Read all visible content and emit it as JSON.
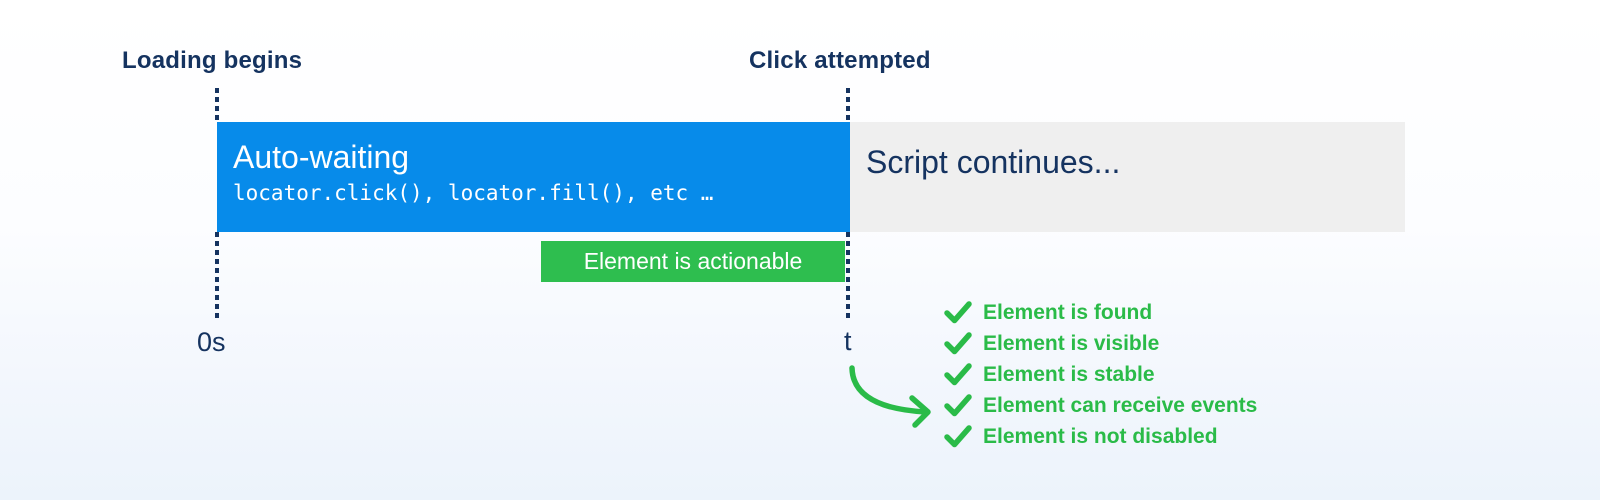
{
  "colors": {
    "navy": "#153360",
    "blue": "#078bea",
    "gray": "#efefef",
    "green": "#2abb48",
    "green-badge": "#2ebe4f"
  },
  "timeline": {
    "loading_begins": "Loading begins",
    "click_attempted": "Click attempted",
    "origin_tick": "0s",
    "t_tick": "t"
  },
  "auto_waiting_bar": {
    "title": "Auto-waiting",
    "code": "locator.click(), locator.fill(), etc …"
  },
  "script_bar": {
    "label": "Script continues..."
  },
  "badge": {
    "label": "Element is actionable"
  },
  "checklist": {
    "items": [
      "Element is found",
      "Element is visible",
      "Element is stable",
      "Element can receive events",
      "Element is not disabled"
    ]
  }
}
